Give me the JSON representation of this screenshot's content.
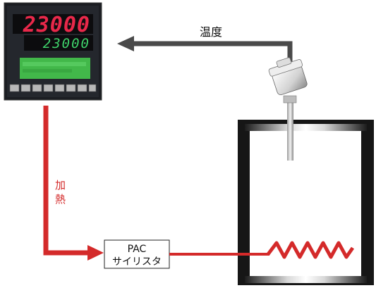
{
  "controller": {
    "pv_display": "23000",
    "sv_display": "23000",
    "pv_color": "#e8284a",
    "sv_color": "#3fd36b",
    "lcd_color": "#42b84a"
  },
  "labels": {
    "temperature": "温度",
    "heating_line1": "加",
    "heating_line2": "熱",
    "pac_line1": "PAC",
    "pac_line2": "サイリスタ"
  },
  "colors": {
    "feedback_line": "#4a4a4a",
    "heat_line": "#d42a2a",
    "heating_label": "#d42a2a",
    "vessel_wall": "#1a1a1a"
  }
}
